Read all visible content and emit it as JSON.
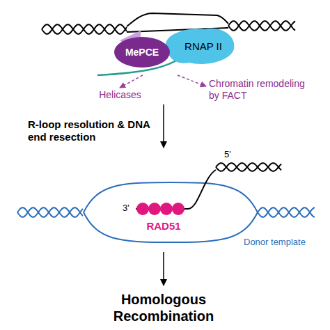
{
  "diagram": {
    "nodes": [
      {
        "text": [
          "MePCE"
        ]
      },
      {
        "text": [
          "RNAP II"
        ]
      }
    ],
    "labels": [
      "Helicases",
      "Chromatin remodeling by FACT",
      "R-loop resolution & DNA end resection",
      "5'",
      "3'",
      "RAD51",
      "Donor template",
      "Homologous Recombination"
    ]
  }
}
